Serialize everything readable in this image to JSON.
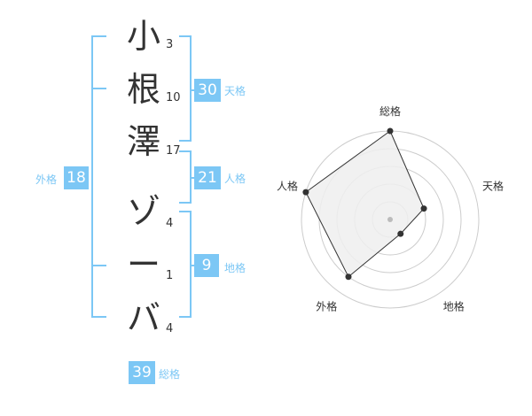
{
  "name": {
    "chars": [
      "小",
      "根",
      "澤",
      "ゾ",
      "ー",
      "バ"
    ],
    "strokes": [
      "3",
      "10",
      "17",
      "4",
      "1",
      "4"
    ]
  },
  "fortune": {
    "tenkaku": {
      "label": "天格",
      "value": "30"
    },
    "jinkaku": {
      "label": "人格",
      "value": "21"
    },
    "chikaku": {
      "label": "地格",
      "value": "9"
    },
    "gaikaku": {
      "label": "外格",
      "value": "18"
    },
    "soukaku": {
      "label": "総格",
      "value": "39"
    }
  },
  "colors": {
    "accent": "#7cc7f5",
    "text": "#333333",
    "grid": "#cccccc",
    "fill": "#eeeeee"
  },
  "chart_data": {
    "type": "radar",
    "axes": [
      "総格",
      "天格",
      "地格",
      "外格",
      "人格"
    ],
    "values": [
      5,
      2,
      1,
      4,
      5
    ],
    "max": 5,
    "rings": 5
  }
}
